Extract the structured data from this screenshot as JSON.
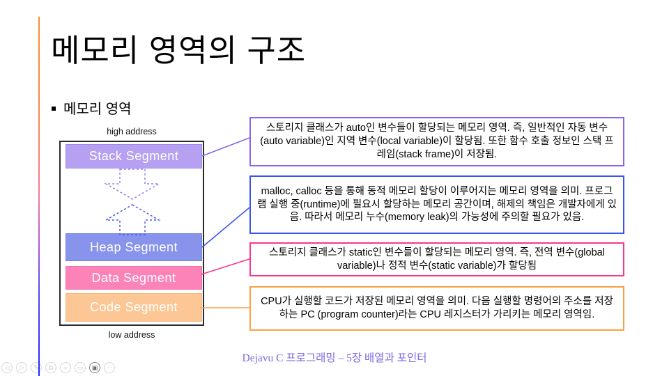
{
  "slide": {
    "title": "메모리 영역의 구조",
    "bullet": "메모리 영역",
    "footer": "Dejavu C 프로그래밍 – 5장 배열과 포인터"
  },
  "diagram": {
    "high_label": "high address",
    "low_label": "low address",
    "segments": [
      {
        "label": "Stack Segment",
        "fill": "#b5a0f2",
        "edge": "#a188ec"
      },
      {
        "label": "Heap Segment",
        "fill": "#8894ec",
        "edge": "#7583e6"
      },
      {
        "label": "Data Segment",
        "fill": "#fc83b8",
        "edge": "#f370aa"
      },
      {
        "label": "Code Segment",
        "fill": "#fcc795",
        "edge": "#f5b87e"
      }
    ],
    "arrows": [
      {
        "direction": "down",
        "color": "#977ef0"
      },
      {
        "direction": "up",
        "color": "#4a5af0"
      }
    ]
  },
  "callouts": [
    {
      "accent": "#8a63ea",
      "text": "스토리지 클래스가 auto인 변수들이 할당되는 메모리 영역. 즉, 일반적인 자동 변수(auto variable)인 지역 변수(local variable)이 할당됨. 또한 함수 호출 정보인 스택 프레임(stack frame)이 저장됨."
    },
    {
      "accent": "#3a55ee",
      "text": "malloc, calloc 등을 통해 동적 메모리 할당이 이루어지는 메모리 영역을 의미. 프로그램 실행 중(runtime)에 필요시 할당하는 메모리 공간이며, 해제의 책임은 개발자에게 있음. 따라서 메모리 누수(memory leak)의 가능성에 주의할 필요가 있음."
    },
    {
      "accent": "#f8368e",
      "text": "스토리지 클래스가 static인 변수들이 할당되는 메모리 영역. 즉, 전역 변수(global variable)나 정적 변수(static variable)가 할당됨"
    },
    {
      "accent": "#faa144",
      "text": "CPU가 실행할 코드가 저장된 메모리 영역을 의미. 다음 실행할 명령어의 주소를 저장하는 PC (program counter)라는 CPU 레지스터가 가리키는 메모리 영역임."
    }
  ],
  "accent_colors": {
    "line_top": "#ff8a2e",
    "line_bottom": "#2525ff"
  },
  "toolbar": {
    "icons": [
      {
        "name": "back",
        "glyph": "◁"
      },
      {
        "name": "forward",
        "glyph": "▷"
      },
      {
        "name": "annotate",
        "glyph": "✎"
      },
      {
        "name": "duplicate",
        "glyph": "⧉"
      },
      {
        "name": "zoom",
        "glyph": "⌕"
      },
      {
        "name": "display",
        "glyph": "▭"
      },
      {
        "name": "camera",
        "glyph": "▣"
      },
      {
        "name": "more",
        "glyph": "⋯"
      }
    ]
  }
}
